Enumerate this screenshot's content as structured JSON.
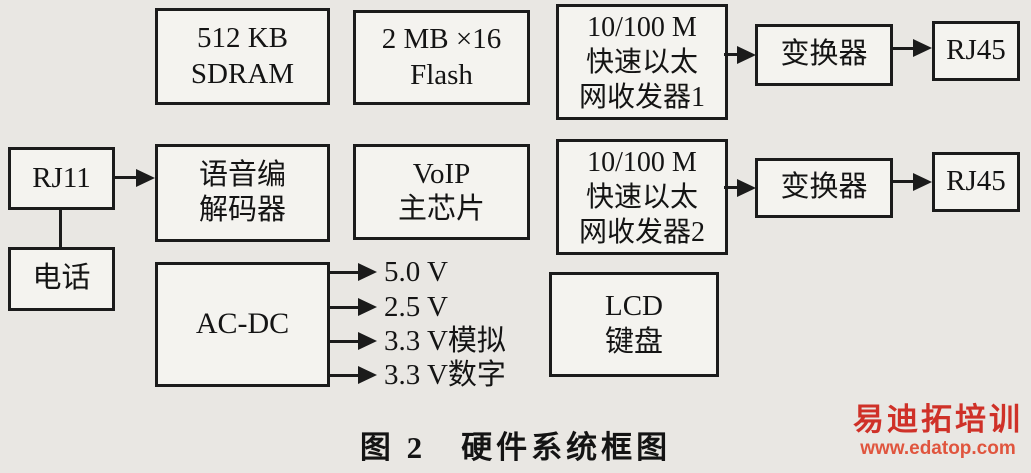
{
  "boxes": {
    "sdram": {
      "lines": [
        "512 KB",
        "SDRAM"
      ]
    },
    "flash": {
      "lines": [
        "2 MB ×16",
        "Flash"
      ]
    },
    "eth1": {
      "lines": [
        "10/100 M",
        "快速以太",
        "网收发器1"
      ]
    },
    "converter1": {
      "label": "变换器"
    },
    "rj45_top": {
      "label": "RJ45"
    },
    "rj11": {
      "label": "RJ11"
    },
    "codec": {
      "lines": [
        "语音编",
        "解码器"
      ]
    },
    "voip": {
      "lines": [
        "VoIP",
        "主芯片"
      ]
    },
    "eth2": {
      "lines": [
        "10/100 M",
        "快速以太",
        "网收发器2"
      ]
    },
    "converter2": {
      "label": "变换器"
    },
    "rj45_bottom": {
      "label": "RJ45"
    },
    "phone": {
      "label": "电话"
    },
    "acdc": {
      "label": "AC-DC"
    },
    "lcd": {
      "lines": [
        "LCD",
        "键盘"
      ]
    }
  },
  "power_outputs": [
    "5.0 V",
    "2.5 V",
    "3.3 V模拟",
    "3.3 V数字"
  ],
  "caption": "图 2　硬件系统框图",
  "watermark": {
    "title": "易迪拓培训",
    "url": "www.edatop.com"
  },
  "colors": {
    "line_black": "#1b1b1b",
    "watermark_red": "#cf3128",
    "watermark_orange": "#e0553e"
  }
}
